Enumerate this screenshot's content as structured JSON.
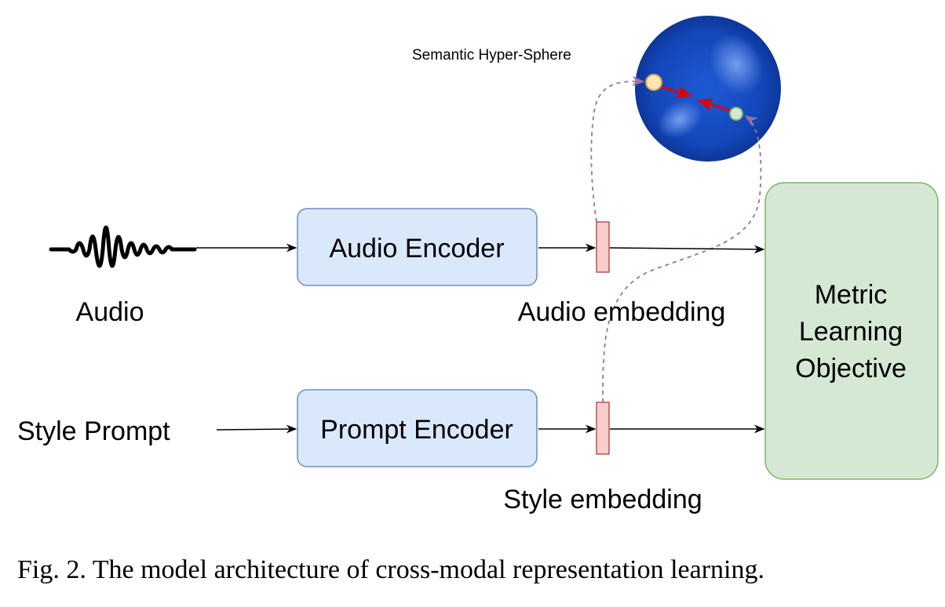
{
  "diagram": {
    "sphere_label": "Semantic Hyper-Sphere",
    "inputs": {
      "audio": "Audio",
      "style_prompt": "Style Prompt"
    },
    "encoders": {
      "audio": "Audio Encoder",
      "prompt": "Prompt Encoder"
    },
    "embeddings": {
      "audio": "Audio embedding",
      "style": "Style embedding"
    },
    "objective": [
      "Metric",
      "Learning",
      "Objective"
    ]
  },
  "caption": "Fig. 2.  The model architecture of cross-modal representation learning.",
  "colors": {
    "encoder_fill": "#dae8fc",
    "encoder_stroke": "#6c8ebf",
    "embedding_fill": "#f8cecc",
    "embedding_stroke": "#b85450",
    "objective_fill": "#d5e8d4",
    "objective_stroke": "#82b366",
    "sphere": "#1a4fc4",
    "dashed_link": "#9673a6",
    "audio_point": "#ffe6b3",
    "style_point": "#d5e8d4",
    "pull_arrow": "#e00000"
  }
}
